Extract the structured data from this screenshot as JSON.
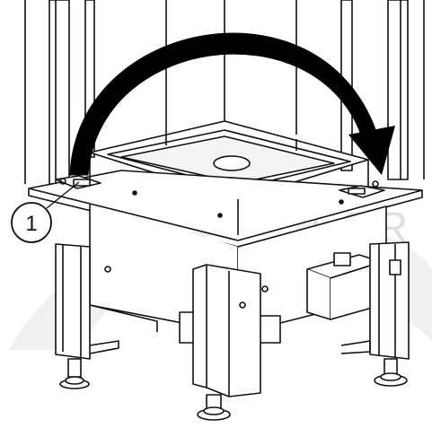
{
  "figure": {
    "callouts": [
      {
        "label": "1",
        "target": "lock-latch"
      }
    ],
    "arrow": {
      "meaning": "rotate-lid",
      "fill": "#000000"
    },
    "watermark": {
      "text": "FOR",
      "color": "#dcdcdc"
    },
    "colors": {
      "stroke": "#111111",
      "fill": "#ffffff",
      "shade": "#e9e9e9"
    }
  }
}
